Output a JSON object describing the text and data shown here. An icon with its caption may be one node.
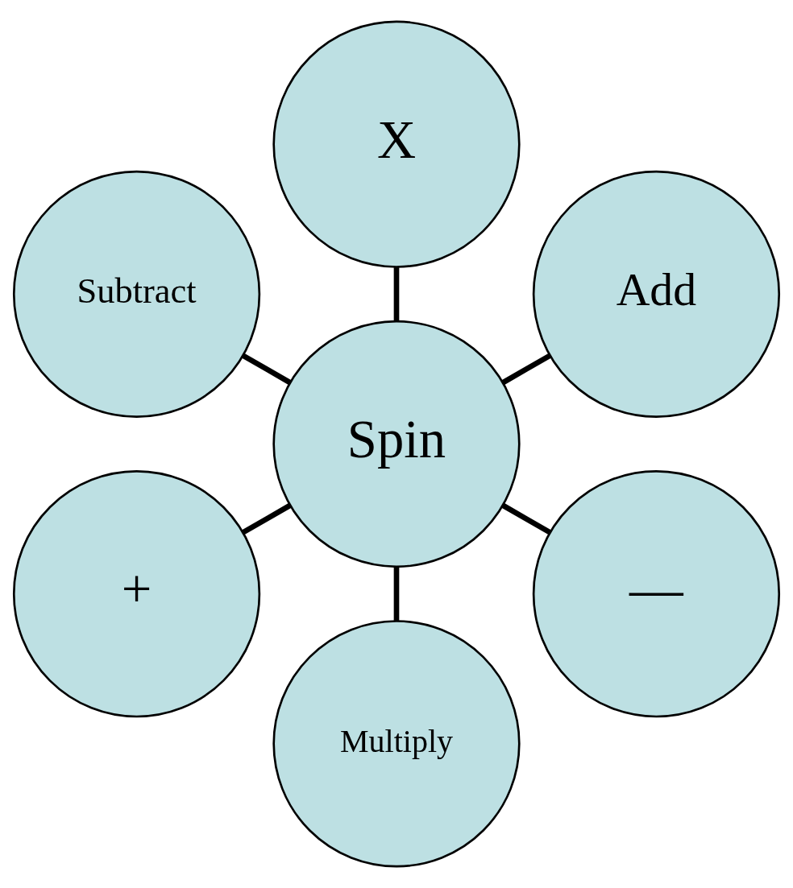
{
  "diagram": {
    "nodes": [
      {
        "text": [
          "Add"
        ]
      },
      {
        "text": [
          "X"
        ]
      },
      {
        "text": [
          "Subtract"
        ]
      },
      {
        "text": [
          "Spin"
        ]
      },
      {
        "text": [
          "+"
        ]
      },
      {
        "text": [
          "Multiply"
        ]
      },
      {
        "text": [
          "—"
        ]
      }
    ],
    "edges": [
      {
        "from": 3,
        "to": 0,
        "arrow": "none"
      },
      {
        "from": 3,
        "to": 2,
        "arrow": "none"
      },
      {
        "from": 3,
        "to": 5,
        "arrow": "none"
      },
      {
        "from": 3,
        "to": 6,
        "arrow": "none"
      },
      {
        "from": 3,
        "to": 4,
        "arrow": "none"
      },
      {
        "from": 3,
        "to": 1,
        "arrow": "none"
      }
    ]
  }
}
